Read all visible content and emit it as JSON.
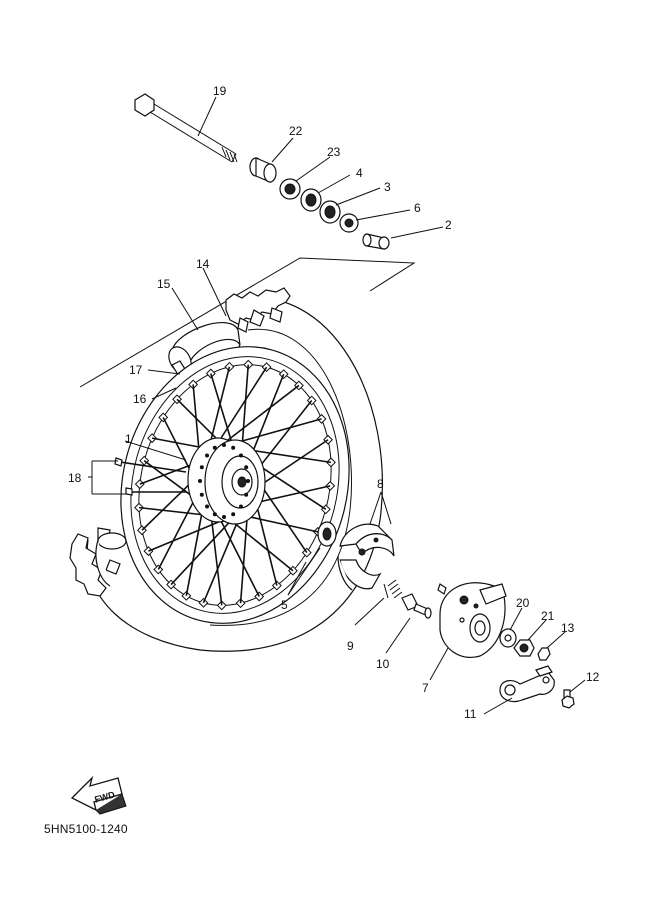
{
  "diagram": {
    "labels": {
      "p1": "1",
      "p2": "2",
      "p3": "3",
      "p4": "4",
      "p5": "5",
      "p6": "6",
      "p7": "7",
      "p8": "8",
      "p9": "9",
      "p10": "10",
      "p11": "11",
      "p12": "12",
      "p13": "13",
      "p14": "14",
      "p15": "15",
      "p16": "16",
      "p17": "17",
      "p18": "18",
      "p19": "19",
      "p20": "20",
      "p21": "21",
      "p22": "22",
      "p23": "23"
    },
    "fwd_text": "FWD",
    "figure_code": "5HN5100-1240"
  }
}
